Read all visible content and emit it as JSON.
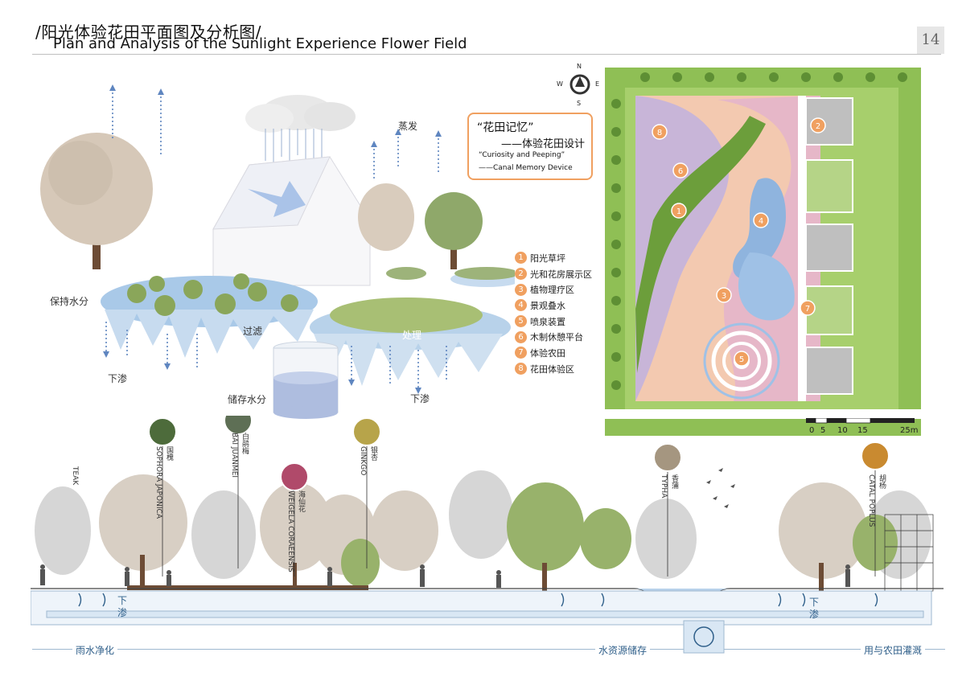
{
  "header": {
    "title_cn": "/阳光体验花田平面图及分析图/",
    "title_en": "Plan and Analysis of the Sunlight Experience Flower Field",
    "page_number": "14"
  },
  "analysis": {
    "evaporation": "蒸发",
    "keep_moisture": "保持水分",
    "filter": "过滤",
    "process": "处理",
    "infiltrate_left": "下渗",
    "infiltrate_right": "下渗",
    "storage": "储存水分"
  },
  "callout": {
    "line1": "“花田记忆”",
    "line2": "——体验花田设计",
    "line3": "“Curiosity and Peeping”",
    "line4": "——Canal Memory Device"
  },
  "legend": [
    {
      "num": "1",
      "label": "阳光草坪"
    },
    {
      "num": "2",
      "label": "光和花房展示区"
    },
    {
      "num": "3",
      "label": "植物理疗区"
    },
    {
      "num": "4",
      "label": "景观叠水"
    },
    {
      "num": "5",
      "label": "喷泉装置"
    },
    {
      "num": "6",
      "label": "木制休憩平台"
    },
    {
      "num": "7",
      "label": "体验农田"
    },
    {
      "num": "8",
      "label": "花田体验区"
    }
  ],
  "plan": {
    "compass": {
      "n": "N",
      "s": "S",
      "e": "E",
      "w": "W"
    },
    "scale_ticks": [
      "0",
      "5",
      "10",
      "15",
      "25m"
    ]
  },
  "species": [
    {
      "cn": "国槐",
      "en": "SOPHORA JAPONICA"
    },
    {
      "cn": "白鹃梅",
      "en": "BAI JUANMEI"
    },
    {
      "cn": "海仙花",
      "en": "WEIGELA CORAEENSIS"
    },
    {
      "cn": "银杏",
      "en": "GINKGO"
    },
    {
      "cn": "香蒲",
      "en": "TYPHA"
    },
    {
      "cn": "胡杨",
      "en": "CATAL POPLUS"
    }
  ],
  "section": {
    "left_edge_label": "TEAK",
    "infiltrate_1_a": "下",
    "infiltrate_1_b": "渗",
    "infiltrate_2_a": "下",
    "infiltrate_2_b": "渗",
    "rain_purify": "雨水净化",
    "water_storage": "水资源储存",
    "irrigation": "用与农田灌溉"
  },
  "colors": {
    "accent_orange": "#f0a060",
    "water_blue": "#8fb4de",
    "grass_green": "#7fb04a",
    "pipe_blue": "#cfe0f0"
  }
}
